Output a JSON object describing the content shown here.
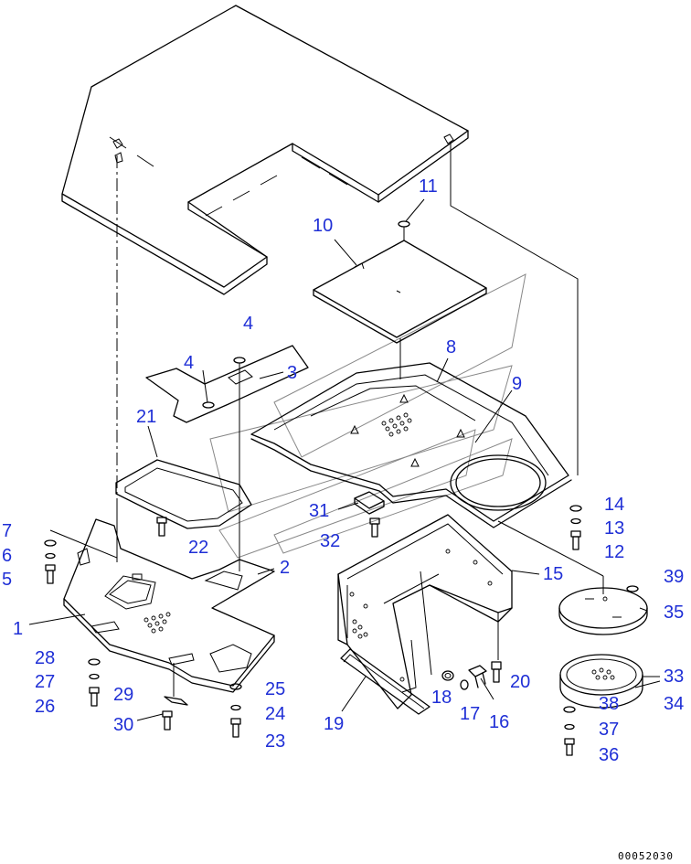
{
  "callouts": [
    {
      "id": "p1",
      "label": "1"
    },
    {
      "id": "p2",
      "label": "2"
    },
    {
      "id": "p3",
      "label": "3"
    },
    {
      "id": "p4a",
      "label": "4"
    },
    {
      "id": "p4b",
      "label": "4"
    },
    {
      "id": "p5",
      "label": "5"
    },
    {
      "id": "p6",
      "label": "6"
    },
    {
      "id": "p7",
      "label": "7"
    },
    {
      "id": "p8",
      "label": "8"
    },
    {
      "id": "p9",
      "label": "9"
    },
    {
      "id": "p10",
      "label": "10"
    },
    {
      "id": "p11",
      "label": "11"
    },
    {
      "id": "p12",
      "label": "12"
    },
    {
      "id": "p13",
      "label": "13"
    },
    {
      "id": "p14",
      "label": "14"
    },
    {
      "id": "p15",
      "label": "15"
    },
    {
      "id": "p16",
      "label": "16"
    },
    {
      "id": "p17",
      "label": "17"
    },
    {
      "id": "p18",
      "label": "18"
    },
    {
      "id": "p19",
      "label": "19"
    },
    {
      "id": "p20",
      "label": "20"
    },
    {
      "id": "p21",
      "label": "21"
    },
    {
      "id": "p22",
      "label": "22"
    },
    {
      "id": "p23",
      "label": "23"
    },
    {
      "id": "p24",
      "label": "24"
    },
    {
      "id": "p25",
      "label": "25"
    },
    {
      "id": "p26",
      "label": "26"
    },
    {
      "id": "p27",
      "label": "27"
    },
    {
      "id": "p28",
      "label": "28"
    },
    {
      "id": "p29",
      "label": "29"
    },
    {
      "id": "p30",
      "label": "30"
    },
    {
      "id": "p31",
      "label": "31"
    },
    {
      "id": "p32",
      "label": "32"
    },
    {
      "id": "p33",
      "label": "33"
    },
    {
      "id": "p34",
      "label": "34"
    },
    {
      "id": "p35",
      "label": "35"
    },
    {
      "id": "p36",
      "label": "36"
    },
    {
      "id": "p37",
      "label": "37"
    },
    {
      "id": "p38",
      "label": "38"
    },
    {
      "id": "p39",
      "label": "39"
    }
  ],
  "document_code": "00052030",
  "colors": {
    "callout": "#1f2fd6",
    "line": "#000000",
    "watermark": "#888888"
  }
}
